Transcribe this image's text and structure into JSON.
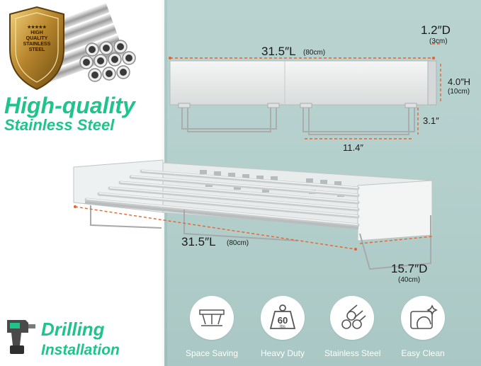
{
  "badge": {
    "shield_text": "HIGH QUALITY STAINLESS STEEL",
    "stars": "★★★★★"
  },
  "headline_material": {
    "line1": "High-quality",
    "line2": "Stainless Steel"
  },
  "headline_install": {
    "line1": "Drilling",
    "line2": "Installation"
  },
  "dimensions_folded": {
    "depth": "1.2″D",
    "depth_metric": "(3cm)",
    "length": "31.5″L",
    "length_metric": "(80cm)",
    "height": "4.0″H",
    "height_metric": "(10cm)",
    "drop": "3.1″",
    "rod_width": "11.4″"
  },
  "dimensions_open": {
    "length": "31.5″L",
    "length_metric": "(80cm)",
    "depth": "15.7″D",
    "depth_metric": "(40cm)"
  },
  "features": [
    {
      "label": "Space Saving",
      "icon": "space-saving-icon"
    },
    {
      "label": "Heavy Duty",
      "icon": "weight-60-icon",
      "icon_text": "60",
      "icon_subtext": "lbs"
    },
    {
      "label": "Stainless Steel",
      "icon": "steel-tubes-icon"
    },
    {
      "label": "Easy Clean",
      "icon": "cleaning-cloth-icon"
    }
  ],
  "colors": {
    "accent_green": "#1ec48a",
    "wall": "#b7d2cf",
    "dimension_line": "#e8632b"
  }
}
